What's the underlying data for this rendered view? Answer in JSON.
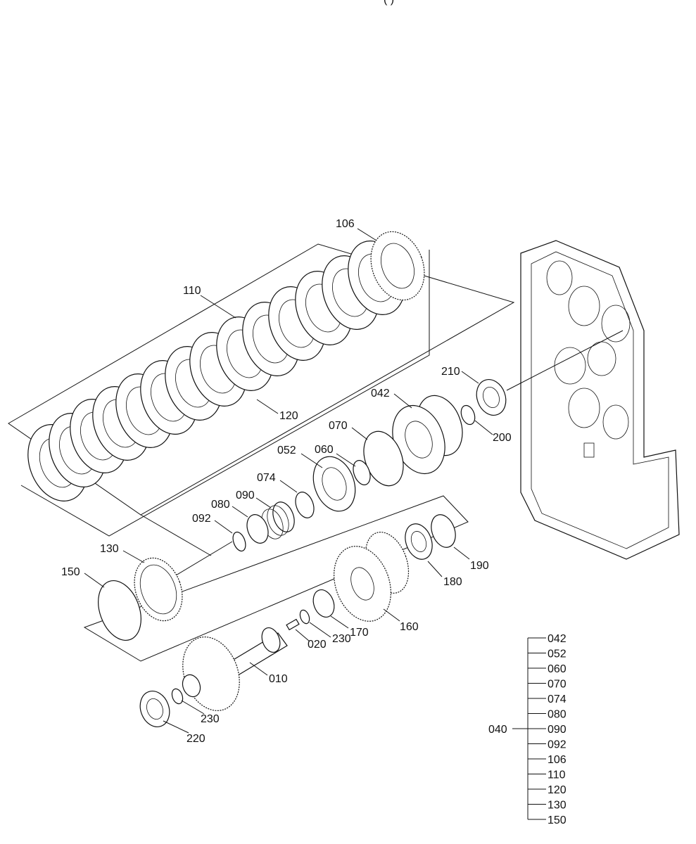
{
  "header_fragment": "(     )",
  "callouts": {
    "c106": "106",
    "c110": "110",
    "c120": "120",
    "c210": "210",
    "c042": "042",
    "c200": "200",
    "c070": "070",
    "c052": "052",
    "c060": "060",
    "c074": "074",
    "c090": "090",
    "c080": "080",
    "c092": "092",
    "c130": "130",
    "c150": "150",
    "c190": "190",
    "c180": "180",
    "c160": "160",
    "c170": "170",
    "c230a": "230",
    "c020": "020",
    "c010": "010",
    "c230b": "230",
    "c220": "220"
  },
  "assembly": {
    "parent": "040",
    "children": [
      "042",
      "052",
      "060",
      "070",
      "074",
      "080",
      "090",
      "092",
      "106",
      "110",
      "120",
      "130",
      "150"
    ]
  }
}
